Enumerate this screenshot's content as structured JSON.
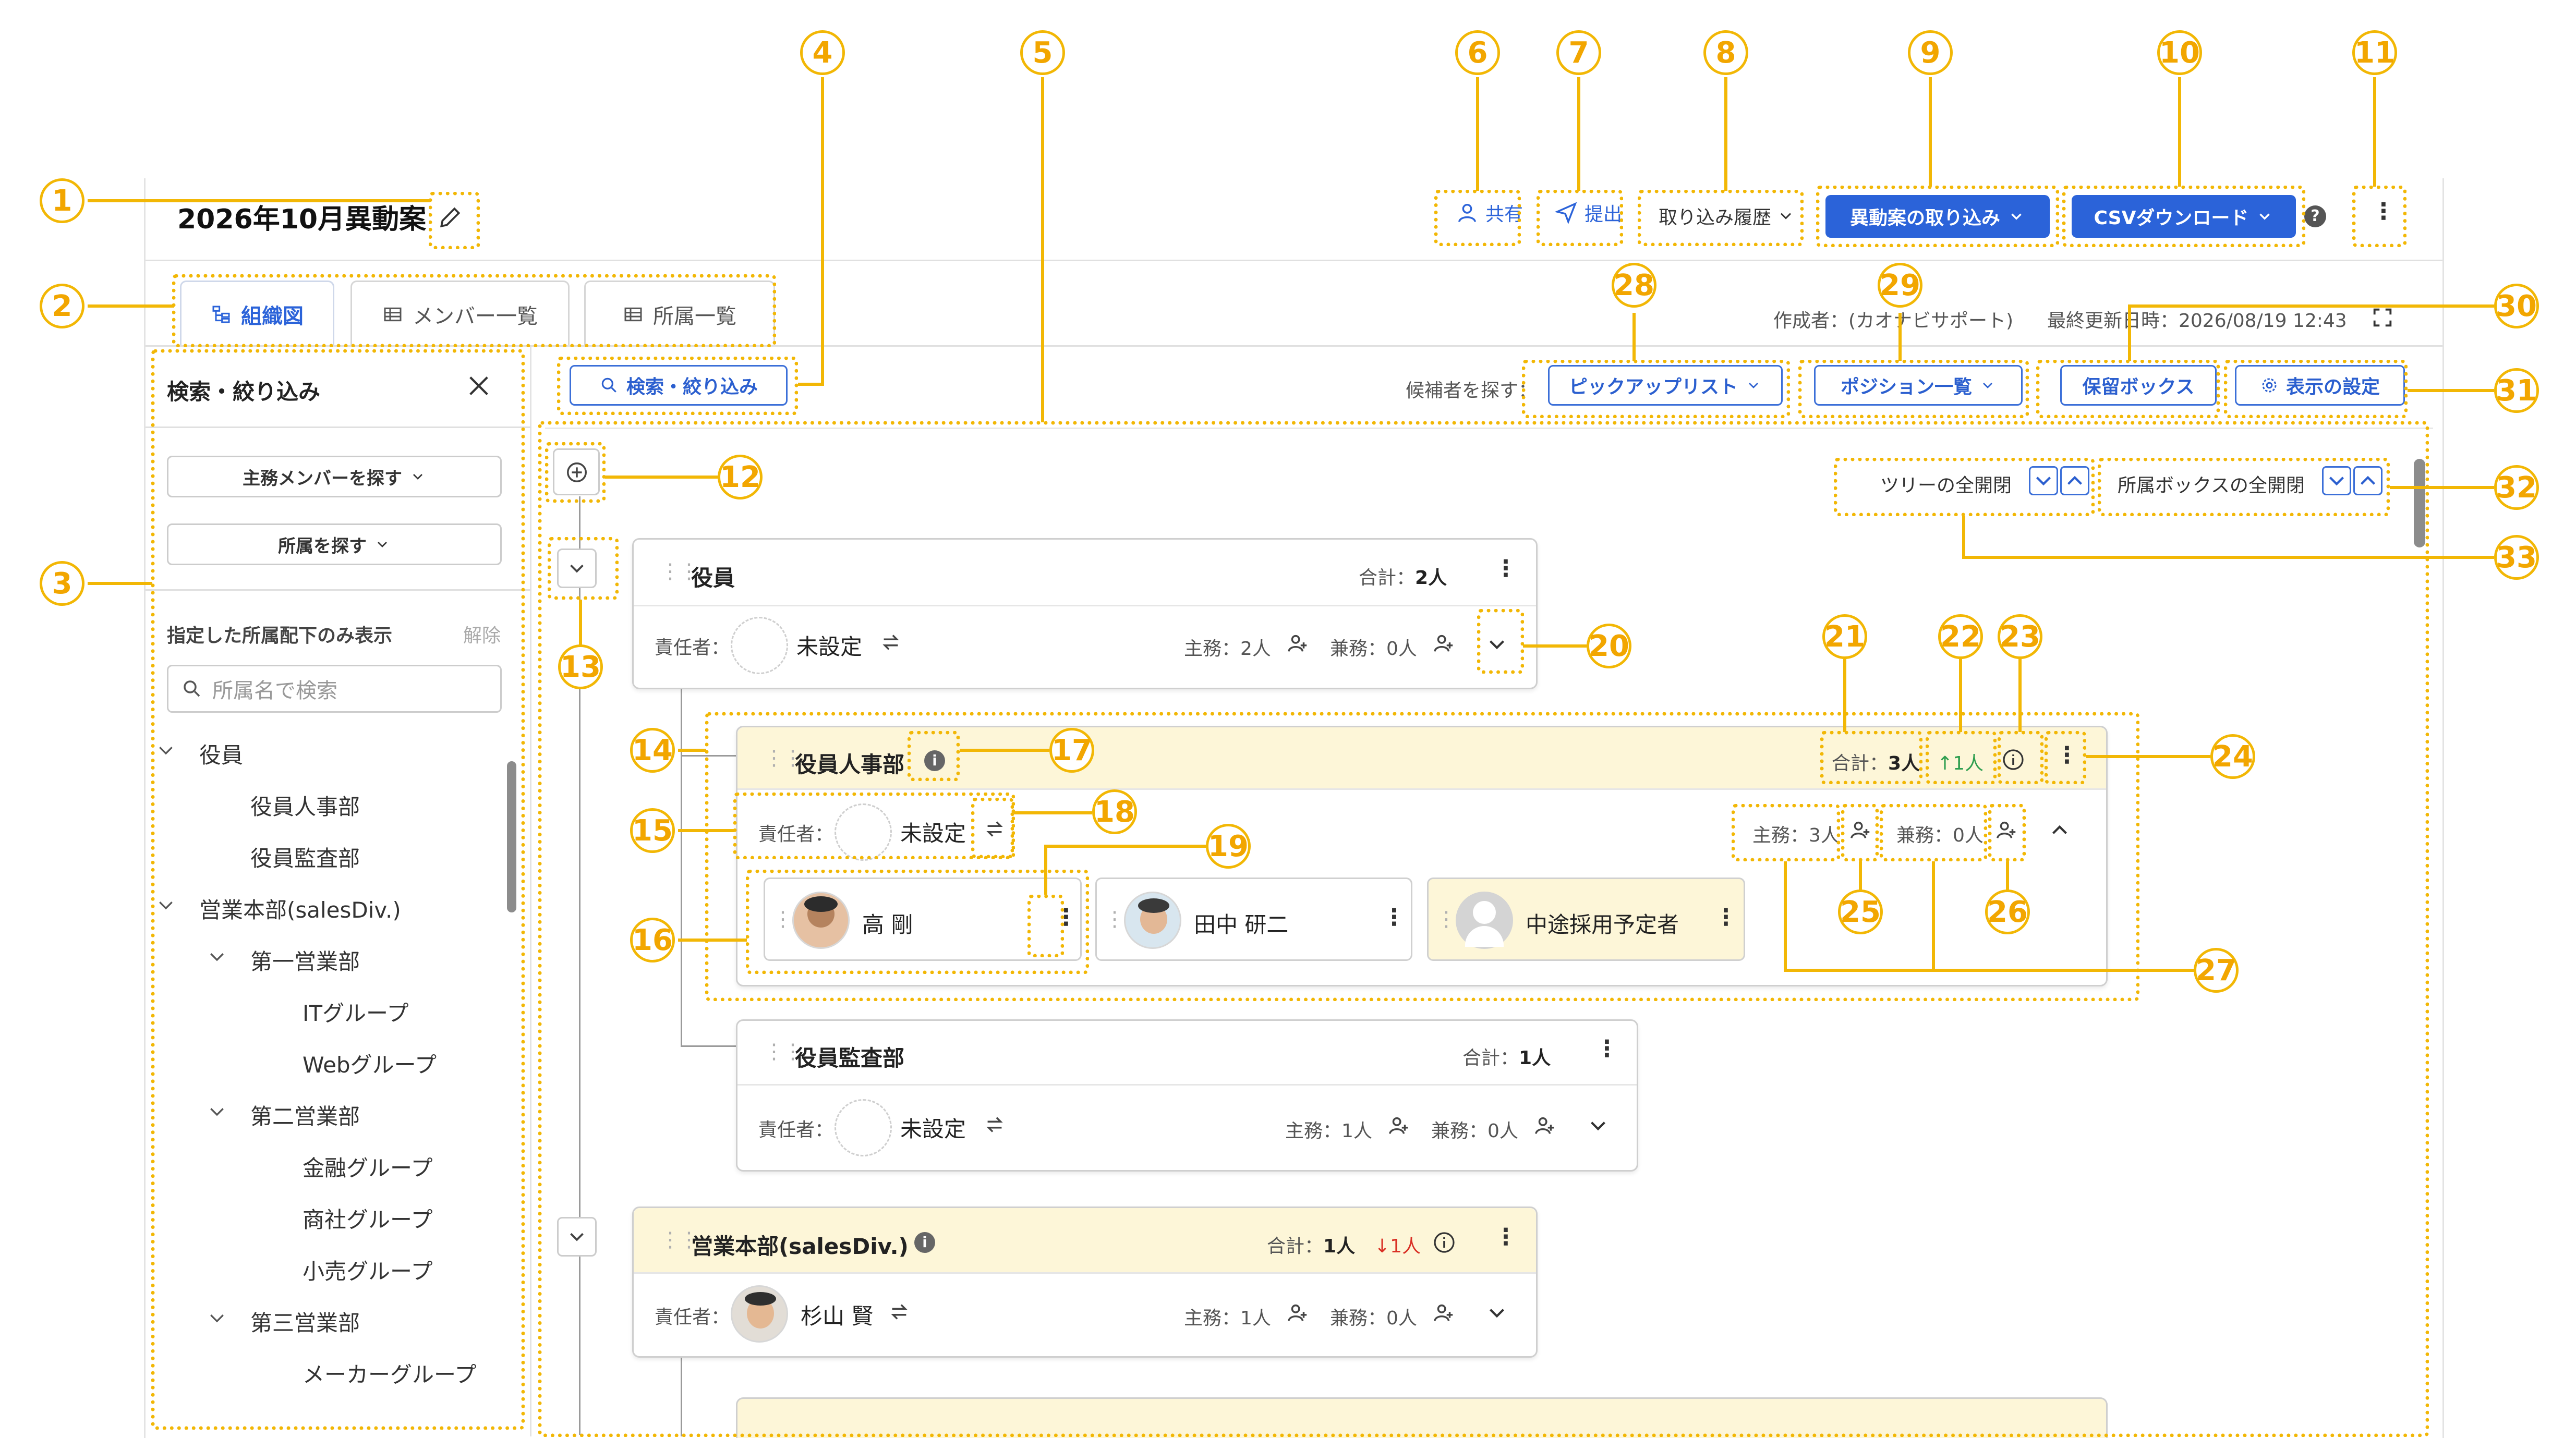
{
  "header": {
    "title": "2026年10月異動案",
    "share_label": "共有",
    "submit_label": "提出",
    "import_history_label": "取り込み履歴",
    "import_label": "異動案の取り込み",
    "csv_label": "CSVダウンロード"
  },
  "tabs": [
    {
      "label": "組織図",
      "active": true
    },
    {
      "label": "メンバー一覧",
      "active": false
    },
    {
      "label": "所属一覧",
      "active": false
    }
  ],
  "meta": {
    "author": "作成者：(カオナビサポート)",
    "updated": "最終更新日時：2026/08/19 12:43"
  },
  "sidebar": {
    "title": "検索・絞り込み",
    "find_main_member": "主務メンバーを探す",
    "find_department": "所属を探す",
    "filter_label": "指定した所属配下のみ表示",
    "clear_label": "解除",
    "search_placeholder": "所属名で検索",
    "tree": [
      {
        "label": "役員",
        "level": 0,
        "expanded": true
      },
      {
        "label": "役員人事部",
        "level": 1
      },
      {
        "label": "役員監査部",
        "level": 1
      },
      {
        "label": "営業本部(salesDiv.)",
        "level": 0,
        "expanded": true
      },
      {
        "label": "第一営業部",
        "level": 1,
        "expanded": true
      },
      {
        "label": "ITグループ",
        "level": 2
      },
      {
        "label": "Webグループ",
        "level": 2
      },
      {
        "label": "第二営業部",
        "level": 1,
        "expanded": true
      },
      {
        "label": "金融グループ",
        "level": 2
      },
      {
        "label": "商社グループ",
        "level": 2
      },
      {
        "label": "小売グループ",
        "level": 2
      },
      {
        "label": "第三営業部",
        "level": 1,
        "expanded": true
      },
      {
        "label": "メーカーグループ",
        "level": 2
      }
    ]
  },
  "toolbar": {
    "search_filter": "検索・絞り込み",
    "candidates_label": "候補者を探す：",
    "pickup_list": "ピックアップリスト",
    "position_list": "ポジション一覧",
    "holding_box": "保留ボックス",
    "display_settings": "表示の設定",
    "tree_toggle": "ツリーの全開閉",
    "box_toggle": "所属ボックスの全開閉"
  },
  "org": {
    "yakuin": {
      "name": "役員",
      "total_label": "合計：",
      "total": "2人",
      "leader_label": "責任者：",
      "leader": "未設定",
      "main": "主務：2人",
      "concurrent": "兼務：0人"
    },
    "jinji": {
      "name": "役員人事部",
      "total_label": "合計：",
      "total": "3人",
      "diff": "↑1人",
      "leader_label": "責任者：",
      "leader": "未設定",
      "main": "主務：3人",
      "concurrent": "兼務：0人",
      "members": [
        {
          "name": "高 剛"
        },
        {
          "name": "田中 研二"
        },
        {
          "name": "中途採用予定者"
        }
      ]
    },
    "kansa": {
      "name": "役員監査部",
      "total_label": "合計：",
      "total": "1人",
      "leader_label": "責任者：",
      "leader": "未設定",
      "main": "主務：1人",
      "concurrent": "兼務：0人"
    },
    "sales": {
      "name": "営業本部(salesDiv.)",
      "total_label": "合計：",
      "total": "1人",
      "diff": "↓1人",
      "leader_label": "責任者：",
      "leader": "杉山 賢",
      "main": "主務：1人",
      "concurrent": "兼務：0人"
    }
  },
  "annotations": [
    "1",
    "2",
    "3",
    "4",
    "5",
    "6",
    "7",
    "8",
    "9",
    "10",
    "11",
    "12",
    "13",
    "14",
    "15",
    "16",
    "17",
    "18",
    "19",
    "20",
    "21",
    "22",
    "23",
    "24",
    "25",
    "26",
    "27",
    "28",
    "29",
    "30",
    "31",
    "32",
    "33"
  ],
  "colors": {
    "accent": "#2b63d9",
    "annotation": "#f2b705",
    "yellow_card": "#fdf6d8",
    "up": "#2e9e4f",
    "down": "#d93025"
  }
}
